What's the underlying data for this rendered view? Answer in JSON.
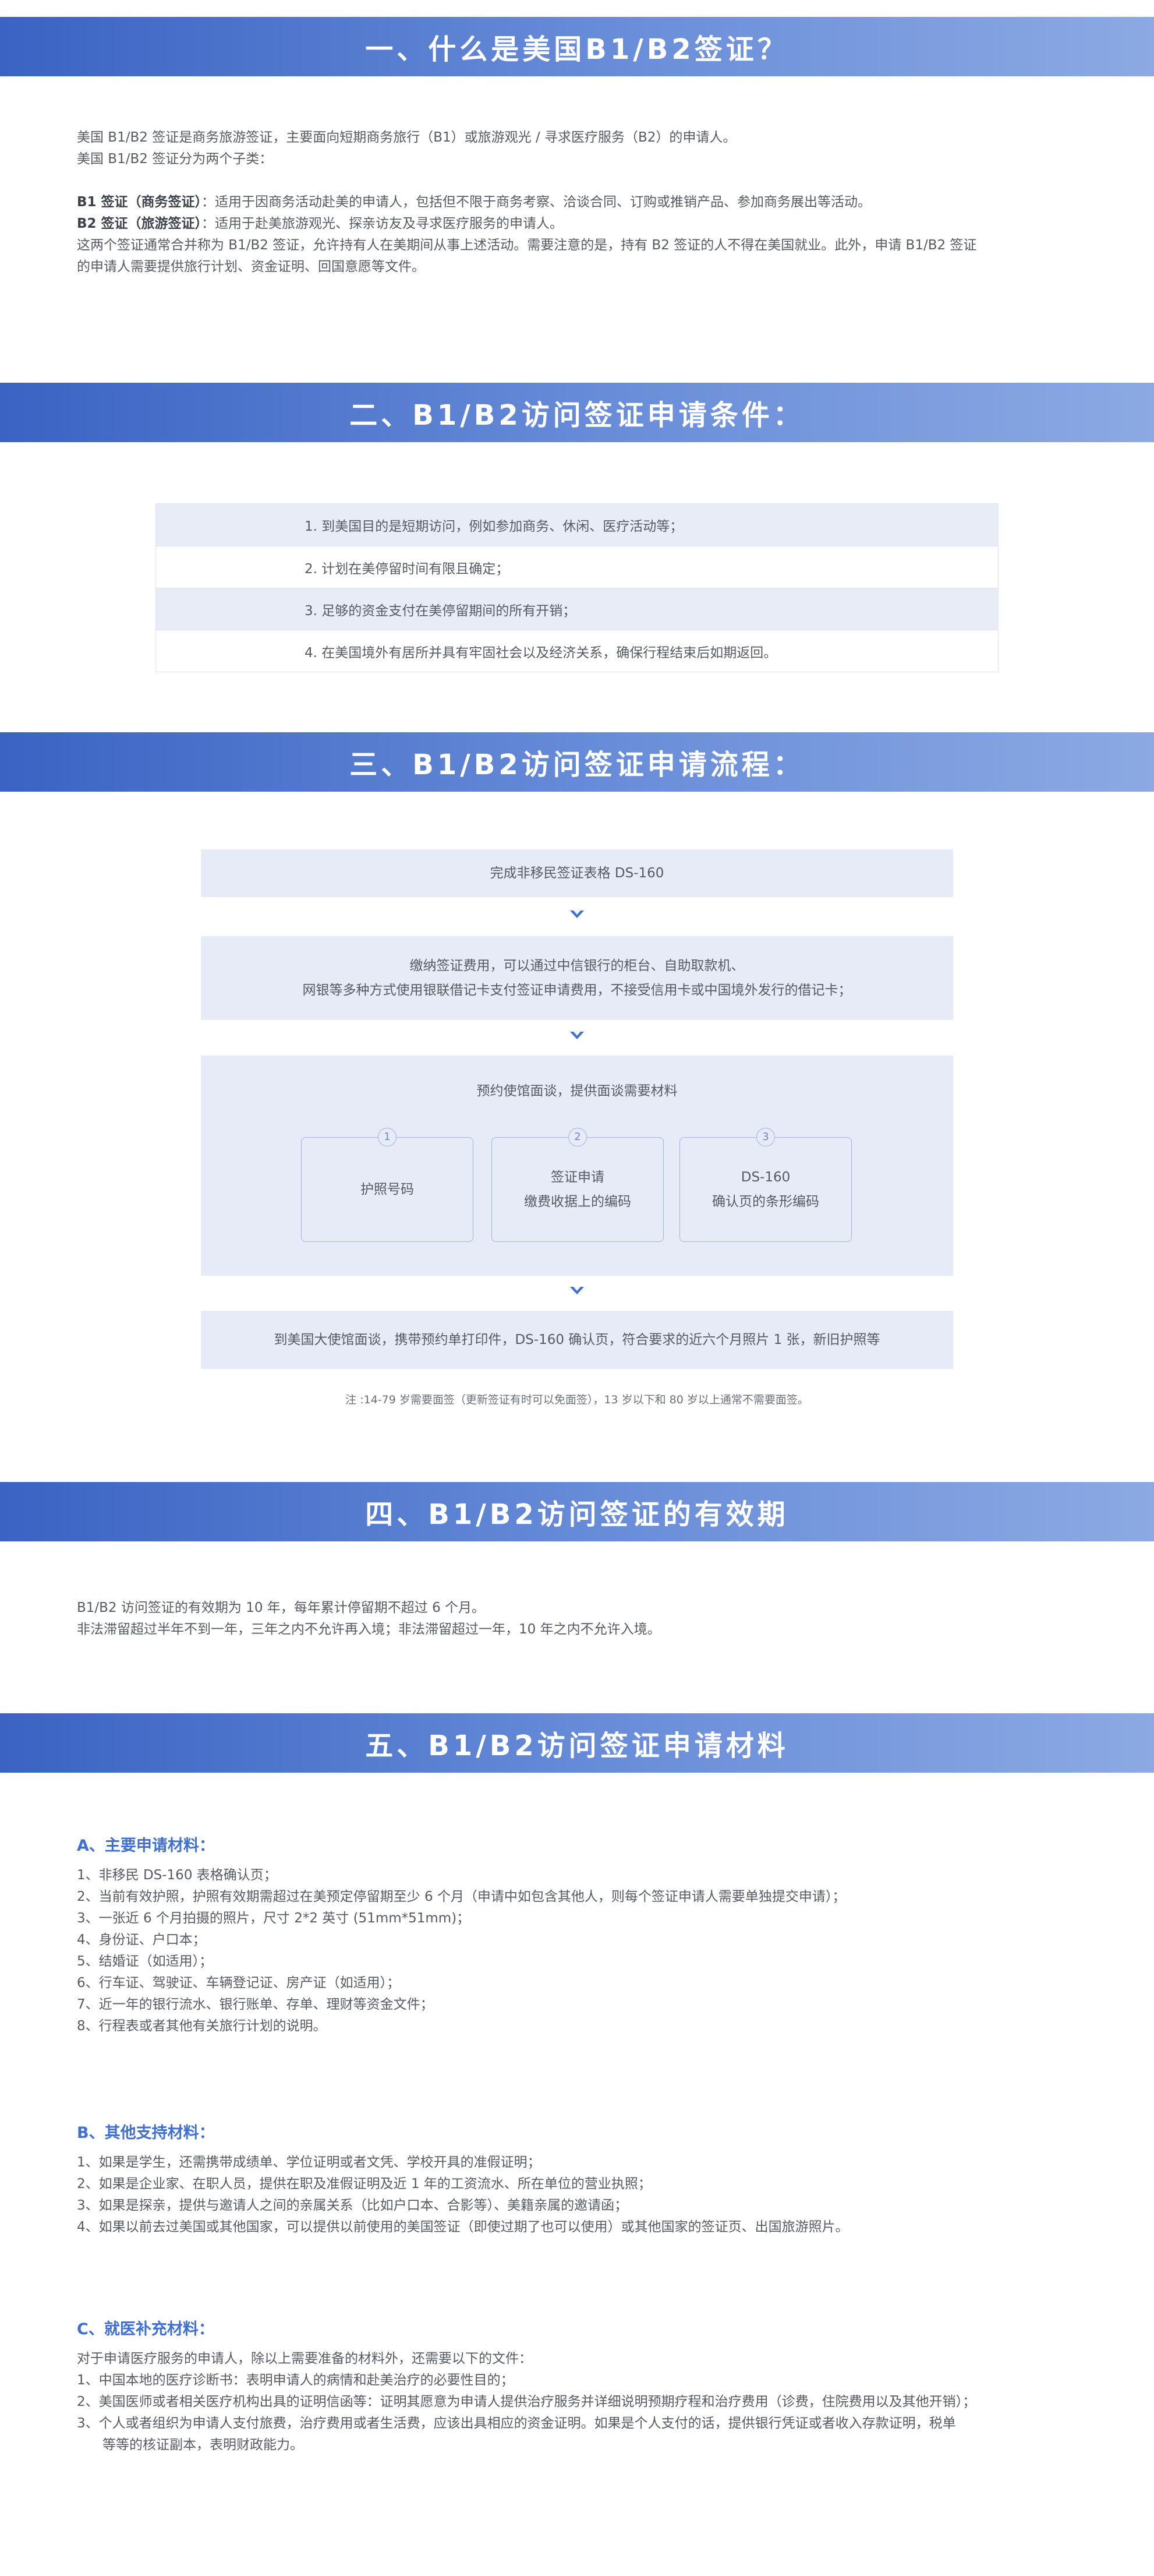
{
  "sections": {
    "s1": {
      "title": "一、什么是美国B1/B2签证？"
    },
    "s2": {
      "title": "二、B1/B2访问签证申请条件："
    },
    "s3": {
      "title": "三、B1/B2访问签证申请流程："
    },
    "s4": {
      "title": "四、B1/B2访问签证的有效期"
    },
    "s5": {
      "title": "五、B1/B2访问签证申请材料"
    }
  },
  "intro": {
    "line1": "美国 B1/B2 签证是商务旅游签证，主要面向短期商务旅行（B1）或旅游观光 / 寻求医疗服务（B2）的申请人。",
    "line2": "美国 B1/B2 签证分为两个子类：",
    "b1_label": "B1 签证（商务签证）",
    "b1_text": "：适用于因商务活动赴美的申请人，包括但不限于商务考察、洽谈合同、订购或推销产品、参加商务展出等活动。",
    "b2_label": "B2 签证（旅游签证）",
    "b2_text": "：适用于赴美旅游观光、探亲访友及寻求医疗服务的申请人。",
    "para1": "这两个签证通常合并称为 B1/B2 签证，允许持有人在美期间从事上述活动。需要注意的是，持有 B2 签证的人不得在美国就业。此外，申请 B1/B2 签证",
    "para2": "的申请人需要提供旅行计划、资金证明、回国意愿等文件。"
  },
  "conditions": [
    "1. 到美国目的是短期访问，例如参加商务、休闲、医疗活动等；",
    "2. 计划在美停留时间有限且确定；",
    "3. 足够的资金支付在美停留期间的所有开销；",
    "4. 在美国境外有居所并具有牢固社会以及经济关系，确保行程结束后如期返回。"
  ],
  "flow": {
    "step1": "完成非移民签证表格 DS-160",
    "step2_line1": "缴纳签证费用，可以通过中信银行的柜台、自助取款机、",
    "step2_line2": "网银等多种方式使用银联借记卡支付签证申请费用，不接受信用卡或中国境外发行的借记卡；",
    "step3_title": "预约使馆面谈，提供面谈需要材料",
    "cards": [
      {
        "num": "1",
        "line1": "护照号码",
        "line2": ""
      },
      {
        "num": "2",
        "line1": "签证申请",
        "line2": "缴费收据上的编码"
      },
      {
        "num": "3",
        "line1": "DS-160",
        "line2": "确认页的条形编码"
      }
    ],
    "step4": "到美国大使馆面谈，携带预约单打印件，DS-160 确认页，符合要求的近六个月照片 1 张，新旧护照等",
    "note": "注 :14-79 岁需要面签（更新签证有时可以免面签），13 岁以下和 80 岁以上通常不需要面签。"
  },
  "validity": {
    "line1": "B1/B2 访问签证的有效期为 10 年，每年累计停留期不超过 6 个月。",
    "line2": "非法滞留超过半年不到一年，三年之内不允许再入境；非法滞留超过一年，10 年之内不允许入境。"
  },
  "materials": {
    "a_title": "A、主要申请材料：",
    "a_items": [
      "1、非移民 DS-160 表格确认页；",
      "2、当前有效护照，护照有效期需超过在美预定停留期至少 6 个月（申请中如包含其他人，则每个签证申请人需要单独提交申请）；",
      "3、一张近 6 个月拍摄的照片，尺寸 2*2 英寸 (51mm*51mm)；",
      "4、身份证、户口本；",
      "5、结婚证（如适用）；",
      "6、行车证、驾驶证、车辆登记证、房产证（如适用）；",
      "7、近一年的银行流水、银行账单、存单、理财等资金文件；",
      "8、行程表或者其他有关旅行计划的说明。"
    ],
    "b_title": "B、其他支持材料：",
    "b_items": [
      "1、如果是学生，还需携带成绩单、学位证明或者文凭、学校开具的准假证明；",
      "2、如果是企业家、在职人员，提供在职及准假证明及近 1 年的工资流水、所在单位的营业执照；",
      "3、如果是探亲，提供与邀请人之间的亲属关系（比如户口本、合影等）、美籍亲属的邀请函；",
      "4、如果以前去过美国或其他国家，可以提供以前使用的美国签证（即使过期了也可以使用）或其他国家的签证页、出国旅游照片。"
    ],
    "c_title": "C、就医补充材料：",
    "c_intro": "对于申请医疗服务的申请人，除以上需要准备的材料外，还需要以下的文件：",
    "c_items": [
      "1、中国本地的医疗诊断书：表明申请人的病情和赴美治疗的必要性目的；",
      "2、美国医师或者相关医疗机构出具的证明信函等：证明其愿意为申请人提供治疗服务并详细说明预期疗程和治疗费用（诊费，住院费用以及其他开销）；",
      "3、个人或者组织为申请人支付旅费，治疗费用或者生活费，应该出具相应的资金证明。如果是个人支付的话，提供银行凭证或者收入存款证明，税单"
    ],
    "c_item3_cont": "等等的核证副本，表明财政能力。"
  }
}
